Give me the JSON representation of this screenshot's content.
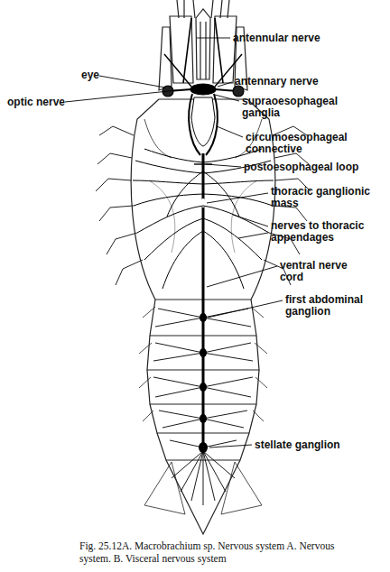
{
  "diagram": {
    "caption": "Fig. 25.12A. Macrobrachium sp. Nervous system A. Nervous system. B. Visceral nervous system",
    "labels": [
      "eye",
      "antennular nerve",
      "antennary nerve",
      "supraoesophageal ganglia",
      "optic nerve",
      "circumoesophageal connective",
      "postoesophageal loop",
      "thoracic ganglionic mass",
      "nerves to thoracic appendages",
      "ventral nerve cord",
      "first abdominal ganglion",
      "stellate ganglion"
    ]
  }
}
